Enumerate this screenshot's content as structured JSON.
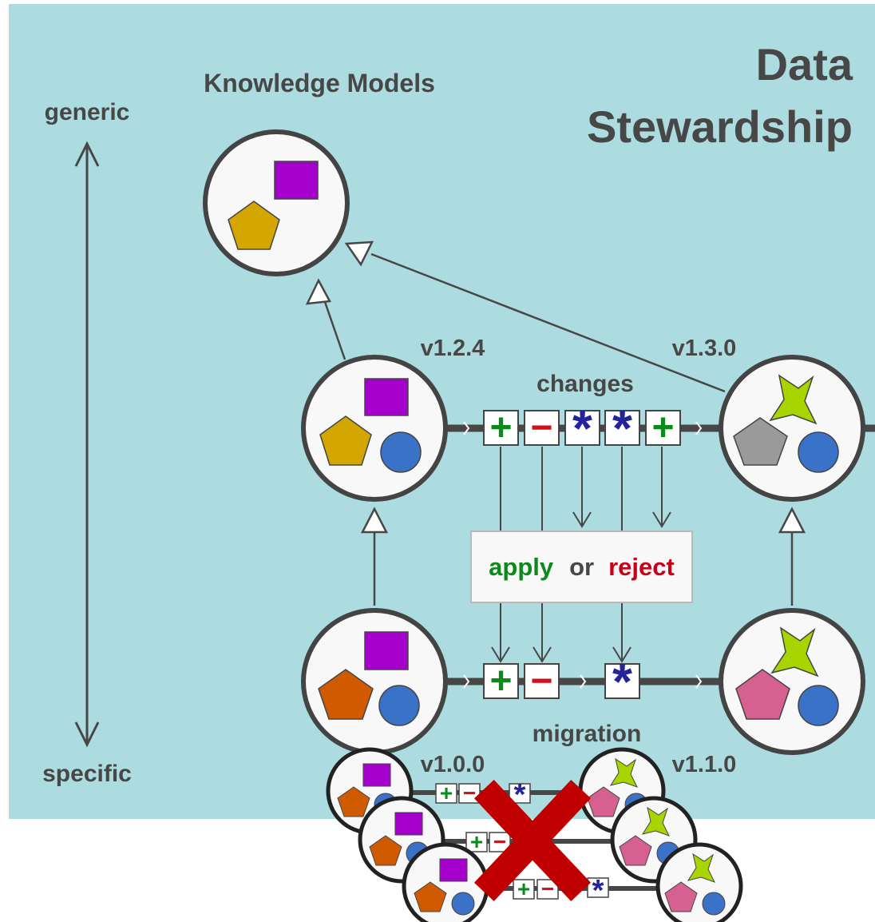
{
  "title": {
    "line1": "Data",
    "line2": "Stewardship"
  },
  "heading": "Knowledge Models",
  "axis": {
    "top": "generic",
    "bottom": "specific"
  },
  "labels": {
    "v124": "v1.2.4",
    "v130": "v1.3.0",
    "changes": "changes",
    "migration": "migration",
    "v100": "v1.0.0",
    "v110": "v1.1.0"
  },
  "decision": {
    "apply": "apply",
    "or": "or",
    "reject": "reject"
  },
  "symbols": {
    "plus": "+",
    "minus": "−",
    "edit": "*"
  },
  "colors": {
    "panel": "#acdbe0",
    "node_fill": "#f8f8f8",
    "node_stroke": "#444444",
    "text": "#474747",
    "plus": "#0a8a1a",
    "minus": "#d0101a",
    "edit": "#25239a",
    "square": "#a600cc",
    "pentagon_gold": "#d4a600",
    "pentagon_orange": "#d05a00",
    "pentagon_gray": "#9a9a9a",
    "pentagon_pink": "#d6608f",
    "circle_blue": "#3a72c8",
    "star_green": "#a8d400",
    "cross": "#c00000"
  }
}
